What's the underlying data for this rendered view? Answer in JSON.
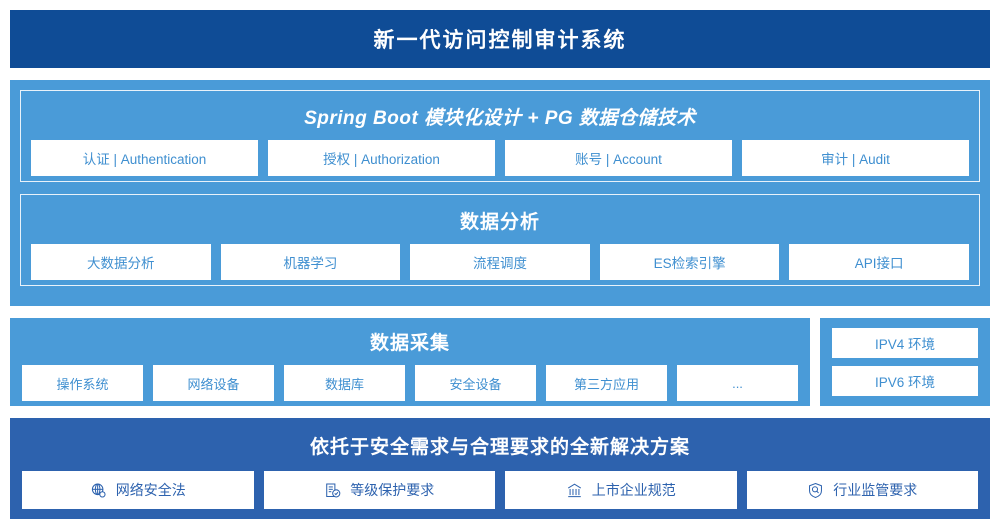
{
  "header": {
    "title": "新一代访问控制审计系统"
  },
  "colors": {
    "header_navy": "#0f4c96",
    "panel_blue": "#4a9bd8",
    "solution_blue": "#2d62ae",
    "chip_text_blue": "#3f8fd0",
    "chip_bg": "#ffffff",
    "inner_border": "#e8f2fa"
  },
  "stack": {
    "springboot": {
      "title": "Spring Boot 模块化设计 + PG 数据仓储技术",
      "items": [
        {
          "label": "认证 | Authentication"
        },
        {
          "label": "授权 | Authorization"
        },
        {
          "label": "账号 | Account"
        },
        {
          "label": "审计 | Audit"
        }
      ]
    },
    "analysis": {
      "title": "数据分析",
      "items": [
        {
          "label": "大数据分析"
        },
        {
          "label": "机器学习"
        },
        {
          "label": "流程调度"
        },
        {
          "label": "ES检索引擎"
        },
        {
          "label": "API接口"
        }
      ]
    }
  },
  "collection": {
    "title": "数据采集",
    "items": [
      {
        "label": "操作系统"
      },
      {
        "label": "网络设备"
      },
      {
        "label": "数据库"
      },
      {
        "label": "安全设备"
      },
      {
        "label": "第三方应用"
      },
      {
        "label": "..."
      }
    ]
  },
  "ip_environment": {
    "items": [
      {
        "label": "IPV4 环境"
      },
      {
        "label": "IPV6 环境"
      }
    ]
  },
  "solution": {
    "title": "依托于安全需求与合理要求的全新解决方案",
    "items": [
      {
        "label": "网络安全法",
        "icon": "globe-network-icon"
      },
      {
        "label": "等级保护要求",
        "icon": "document-check-icon"
      },
      {
        "label": "上市企业规范",
        "icon": "bank-building-icon"
      },
      {
        "label": "行业监管要求",
        "icon": "shield-search-icon"
      }
    ]
  }
}
